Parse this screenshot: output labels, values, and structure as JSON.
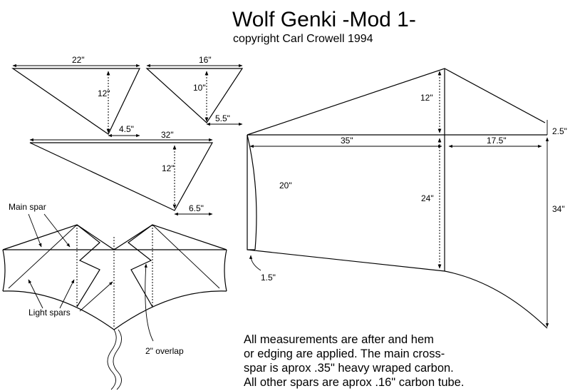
{
  "title": "Wolf Genki -Mod 1-",
  "subtitle": "copyright Carl Crowell 1994",
  "panels": {
    "panel1": {
      "top": "22\"",
      "height": "12\"",
      "offset": "4.5\""
    },
    "panel2": {
      "top": "16\"",
      "height": "10\"",
      "offset": "5.5\""
    },
    "panel3": {
      "top": "32\"",
      "height": "12\"",
      "offset": "6.5\""
    }
  },
  "side_view": {
    "height_12": "12\"",
    "height_2_5": "2.5\"",
    "length_35": "35\"",
    "length_17_5": "17.5\"",
    "height_20": "20\"",
    "height_24": "24\"",
    "height_34": "34\"",
    "bottom_1_5": "1.5\""
  },
  "kite_labels": {
    "main_spar": "Main spar",
    "light_spars": "Light spars",
    "overlap": "2\" overlap"
  },
  "notes": [
    "All measurements are after and hem",
    "or edging are applied.  The main cross-",
    "spar is aprox .35\" heavy wraped carbon.",
    "All other spars are aprox .16\" carbon tube."
  ]
}
